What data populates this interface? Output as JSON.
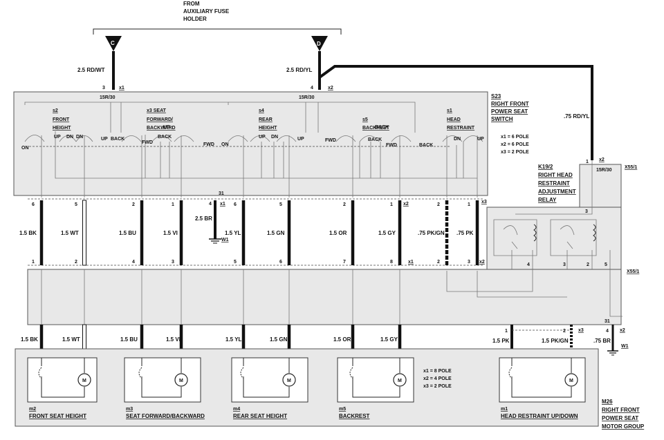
{
  "title_from": [
    "FROM",
    "AUXILIARY FUSE",
    "HOLDER"
  ],
  "connectors": {
    "c": "C",
    "d": "D"
  },
  "feed_wires": {
    "left": "2.5 RD/WT",
    "right": "2.5 RD/YL",
    "relay": ".75 RD/YL"
  },
  "switch": {
    "title": [
      "S23",
      "RIGHT FRONT",
      "POWER SEAT",
      "SWITCH"
    ],
    "pole_note": [
      "x1 = 6 POLE",
      "x2 = 6 POLE",
      "x3 = 2 POLE"
    ],
    "term": "15R/30",
    "pins_top": [
      {
        "num": "3",
        "ref": "x1"
      },
      {
        "num": "4",
        "ref": "x2"
      }
    ],
    "sections": [
      {
        "key": "s2",
        "lines": [
          "FRONT",
          "HEIGHT"
        ],
        "labels": [
          "ON",
          "UP",
          "DN",
          "UP"
        ]
      },
      {
        "key": "s3",
        "lines": [
          "x3 SEAT",
          "FORWARD/",
          "BACKWARD"
        ],
        "labels": [
          "BACK",
          "FWD",
          "BACK",
          "FWD"
        ]
      },
      {
        "key": "s4",
        "lines": [
          "REAR",
          "HEIGHT"
        ],
        "labels": [
          "ON",
          "UP",
          "DN",
          "UP"
        ]
      },
      {
        "key": "s5",
        "lines": [
          "BACKREST"
        ],
        "labels": [
          "FWD",
          "BACK",
          "FWD",
          "BACK"
        ]
      },
      {
        "key": "s1",
        "lines": [
          "HEAD",
          "RESTRAINT"
        ],
        "labels": [
          "UP"
        ]
      }
    ],
    "small_labels": [
      "DN",
      "DN",
      "UP",
      "BACK",
      "31"
    ]
  },
  "relay": {
    "title": [
      "K19/2",
      "RIGHT HEAD",
      "RESTRAINT",
      "ADJUSTMENT",
      "RELAY"
    ],
    "conn": "X55/1",
    "pin_top": {
      "num": "1",
      "ref": "x2"
    },
    "term": "15R/30",
    "inner_pins": [
      "3",
      "4",
      "3",
      "2",
      "5"
    ]
  },
  "upper_wires": [
    {
      "pin_top": "6",
      "pin_bot": "1",
      "label": "1.5 BK"
    },
    {
      "pin_top": "5",
      "pin_bot": "2",
      "label": "1.5 WT"
    },
    {
      "pin_top": "2",
      "pin_bot": "4",
      "label": "1.5 BU"
    },
    {
      "pin_top": "1",
      "pin_bot": "3",
      "label": "1.5 VI"
    },
    {
      "pin_top": "6",
      "pin_bot": "5",
      "label": "1.5 YL"
    },
    {
      "pin_top": "5",
      "pin_bot": "6",
      "label": "1.5 GN"
    },
    {
      "pin_top": "2",
      "pin_bot": "7",
      "label": "1.5 OR"
    },
    {
      "pin_top": "1",
      "pin_bot": "8",
      "label": "1.5 GY"
    },
    {
      "pin_top": "2",
      "pin_bot": "2",
      "label": ".75 PK/GN"
    },
    {
      "pin_top": "1",
      "pin_bot": "3",
      "label": ".75 PK"
    }
  ],
  "upper_refs": {
    "x1a": "x1",
    "x1b": "x1",
    "x2": "x2",
    "x3": "x3",
    "x1c": "x1",
    "x2c": "x2"
  },
  "ground_top": {
    "pin": "4",
    "ref": "x1",
    "wire": "2.5 BR",
    "ground": "W1"
  },
  "mid_conn": "X55/1",
  "lower_wires": [
    "1.5 BK",
    "1.5 WT",
    "1.5 BU",
    "1.5 VI",
    "1.5 YL",
    "1.5 GN",
    "1.5 OR",
    "1.5 GY"
  ],
  "lower_right": {
    "pin_a": "1",
    "pin_b": "2",
    "ref": "x3",
    "wire_a": "1.5 PK",
    "wire_b": "1.5 PK/GN",
    "gnd_pin": "4",
    "gnd_ref": "x2",
    "gnd_wire": ".75 BR",
    "gnd_label": "W1",
    "term": "31"
  },
  "motors": [
    {
      "key": "m2",
      "name": "FRONT SEAT HEIGHT"
    },
    {
      "key": "m3",
      "name": "SEAT FORWARD/BACKWARD"
    },
    {
      "key": "m4",
      "name": "REAR SEAT HEIGHT"
    },
    {
      "key": "m5",
      "name": "BACKREST"
    },
    {
      "key": "m1",
      "name": "HEAD RESTRAINT UP/DOWN"
    }
  ],
  "motor_symbol": "M",
  "motor_pole_note": [
    "x1 = 8 POLE",
    "x2 = 4 POLE",
    "x3 = 2 POLE"
  ],
  "motor_group": [
    "M26",
    "RIGHT FRONT",
    "POWER SEAT",
    "MOTOR GROUP"
  ]
}
